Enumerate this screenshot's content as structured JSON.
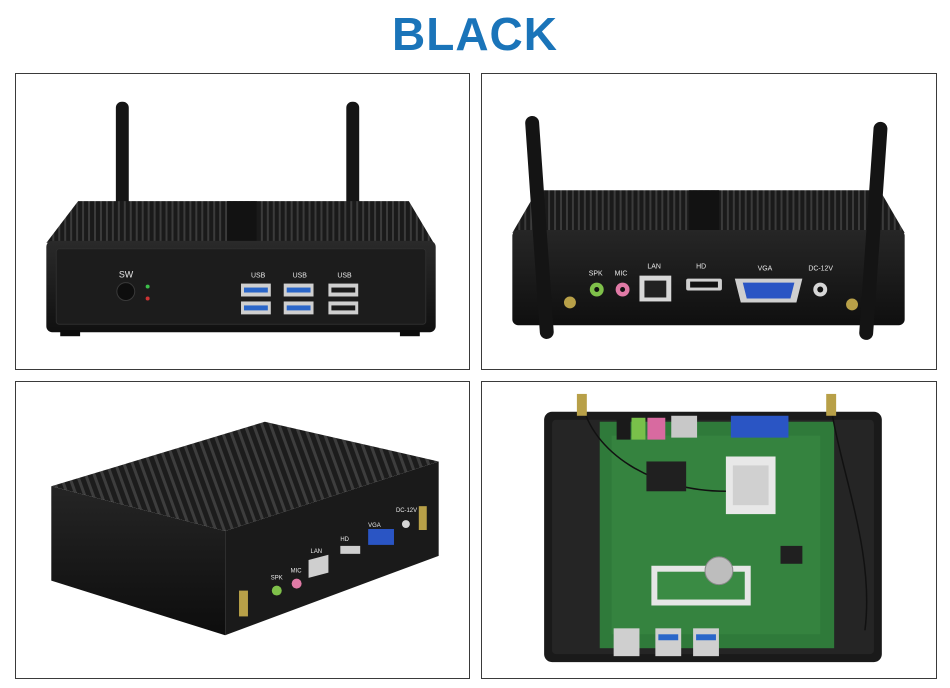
{
  "title": "BLACK",
  "front": {
    "sw_label": "SW",
    "usb_labels": [
      "USB",
      "USB",
      "USB"
    ]
  },
  "back": {
    "labels": [
      "SPK",
      "MIC",
      "LAN",
      "HD",
      "VGA",
      "DC-12V"
    ]
  },
  "angled": {
    "labels": [
      "SPK",
      "MIC",
      "LAN",
      "HD",
      "VGA",
      "DC-12V"
    ]
  },
  "colors": {
    "title": "#1a74b9",
    "case": "#1b1b1b",
    "board": "#2f7a3a",
    "border": "#3a3a3a"
  }
}
